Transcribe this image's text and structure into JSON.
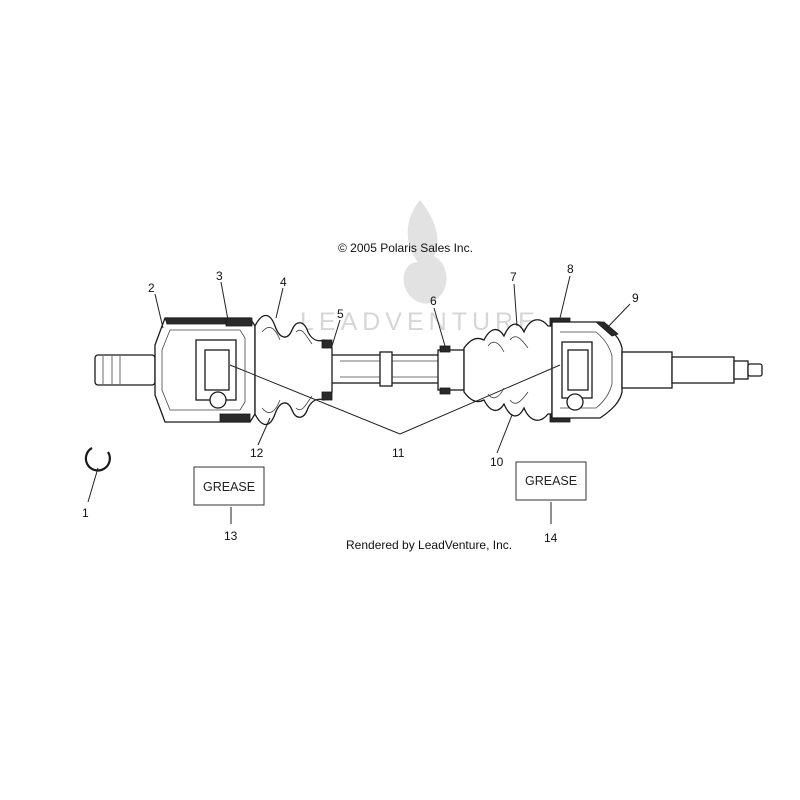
{
  "copyright": "© 2005 Polaris Sales Inc.",
  "rendered_by": "Rendered by LeadVenture, Inc.",
  "watermark_text": "LEADVENTURE",
  "grease_left": "GREASE",
  "grease_right": "GREASE",
  "callouts": {
    "c1": "1",
    "c2": "2",
    "c3": "3",
    "c4": "4",
    "c5": "5",
    "c6": "6",
    "c7": "7",
    "c8": "8",
    "c9": "9",
    "c10": "10",
    "c11": "11",
    "c12": "12",
    "c13": "13",
    "c14": "14"
  },
  "colors": {
    "line": "#1a1a1a",
    "watermark": "#d6d6d6",
    "background": "#ffffff"
  }
}
